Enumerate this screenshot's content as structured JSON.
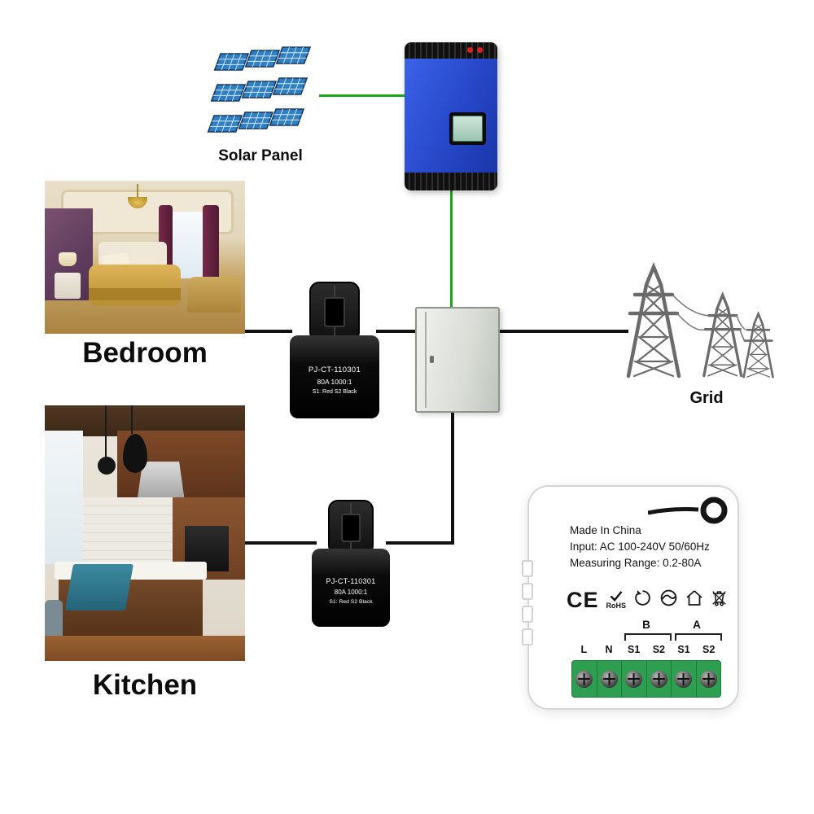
{
  "labels": {
    "solar_panel": "Solar Panel",
    "bedroom": "Bedroom",
    "kitchen": "Kitchen",
    "grid": "Grid"
  },
  "ct_sensor": {
    "model": "PJ-CT-110301",
    "spec": "80A 1000:1",
    "wiring": "S1: Red  S2 Black"
  },
  "meter": {
    "made_in": "Made In China",
    "input": "Input: AC 100-240V 50/60Hz",
    "range": "Measuring Range: 0.2-80A",
    "ce_mark": "CE",
    "rohs": "RoHS",
    "group_b": "B",
    "group_a": "A",
    "terminals": [
      "L",
      "N",
      "S1",
      "S2",
      "S1",
      "S2"
    ]
  },
  "colors": {
    "wire_green": "#17a917",
    "wire_black": "#111111",
    "terminal_green": "#2e9e50",
    "inverter_blue": "#2b4fd0",
    "solar_blue": "#2f7fc4"
  }
}
